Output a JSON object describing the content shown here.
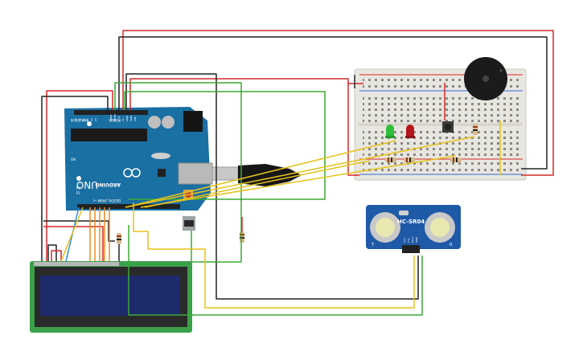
{
  "arduino": {
    "brand": "ARDUINO",
    "model": "UNO",
    "analog_label": "ANALOG IN",
    "power_label": "POWER",
    "digital_label": "DIGITAL (PWM ~)",
    "tx_label": "TX",
    "rx_label": "RX",
    "l_label": "L",
    "on_label": "ON",
    "power_pins": [
      "IOREF",
      "RESET",
      "3.3V",
      "5V",
      "GND",
      "GND",
      "VIN"
    ],
    "analog_pins": [
      "A0",
      "A1",
      "A2",
      "A3",
      "A4",
      "A5"
    ]
  },
  "sensor": {
    "model": "HC-SR04",
    "pins": [
      "VCC",
      "Trig",
      "Echo",
      "GND"
    ],
    "t_label": "T",
    "r_label": "R"
  },
  "colors": {
    "wire_red": "#d7282a",
    "wire_black": "#222222",
    "wire_green": "#3aaa35",
    "wire_yellow": "#e6c21a",
    "wire_orange": "#f08a1d",
    "wire_blue": "#2f8ed8",
    "board": "#1a6fa3",
    "lcd_pcb": "#3aa04a",
    "lcd_screen": "#1d2a6b",
    "breadboard": "#e8e6e0"
  }
}
